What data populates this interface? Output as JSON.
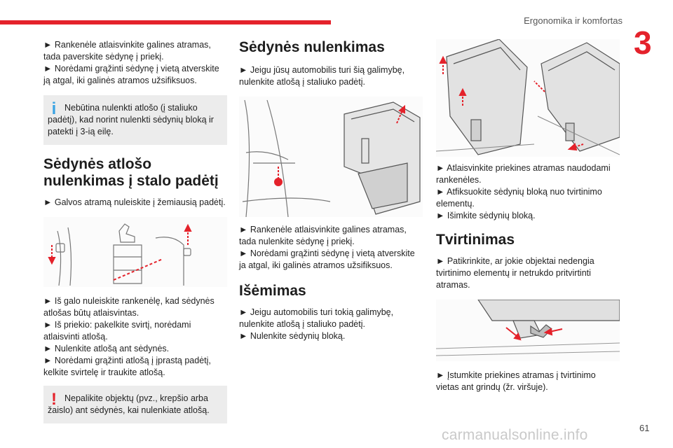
{
  "header": {
    "section_title": "Ergonomika ir komfortas",
    "chapter_number": "3",
    "page_number": "61",
    "watermark": "carmanualsonline.info",
    "accent_color": "#e4222b",
    "info_color": "#3aa3e3"
  },
  "col1": {
    "p1": "► Rankenėle atlaisvinkite galines atramas, tada paverskite sėdynę į priekį.",
    "p2": "► Norėdami grąžinti sėdynę į vietą atverskite ją atgal, iki galinės atramos užsifiksuos.",
    "info_note": "Nebūtina nulenkti atlošo (į staliuko padėtį), kad norint nulenkti sėdynių bloką ir patekti į 3-ią eilę.",
    "heading": "Sėdynės atlošo nulenkimas į stalo padėtį",
    "p3": "► Galvos atramą nuleiskite į žemiausią padėtį.",
    "p4": "► Iš galo nuleiskite rankenėlę, kad sėdynės atlošas būtų atlaisvintas.",
    "p5": "► Iš priekio: pakelkite svirtį, norėdami atlaisvinti atlošą.",
    "p6": "► Nulenkite atlošą ant sėdynės.",
    "p7": "► Norėdami grąžinti atlošą į įprastą padėtį, kelkite svirtelę ir traukite atlošą.",
    "warn_note": "Nepalikite objektų (pvz., krepšio arba žaislo) ant sėdynės, kai nulenkiate atlošą."
  },
  "col2": {
    "heading1": "Sėdynės nulenkimas",
    "p1": "► Jeigu jūsų automobilis turi šią galimybę, nulenkite atlošą į staliuko padėtį.",
    "p2": "► Rankenėle atlaisvinkite galines atramas, tada nulenkite sėdynę į priekį.",
    "p3": "► Norėdami grąžinti sėdynę į vietą atverskite ja atgal, iki galinės atramos užsifiksuos.",
    "heading2": "Išėmimas",
    "p4": "► Jeigu automobilis turi tokią galimybę, nulenkite atlošą į staliuko padėtį.",
    "p5": "► Nulenkite sėdynių bloką."
  },
  "col3": {
    "p1": "► Atlaisvinkite priekines atramas naudodami rankenėles.",
    "p2": "► Atfiksuokite sėdynių bloką nuo tvirtinimo elementų.",
    "p3": "► Išimkite sėdynių bloką.",
    "heading": "Tvirtinimas",
    "p4": "► Patikrinkite, ar jokie objektai nedengia tvirtinimo elementų ir netrukdo pritvirtinti atramas.",
    "p5": "► Įstumkite priekines atramas į tvirtinimo vietas ant grindų (žr. viršuje)."
  }
}
